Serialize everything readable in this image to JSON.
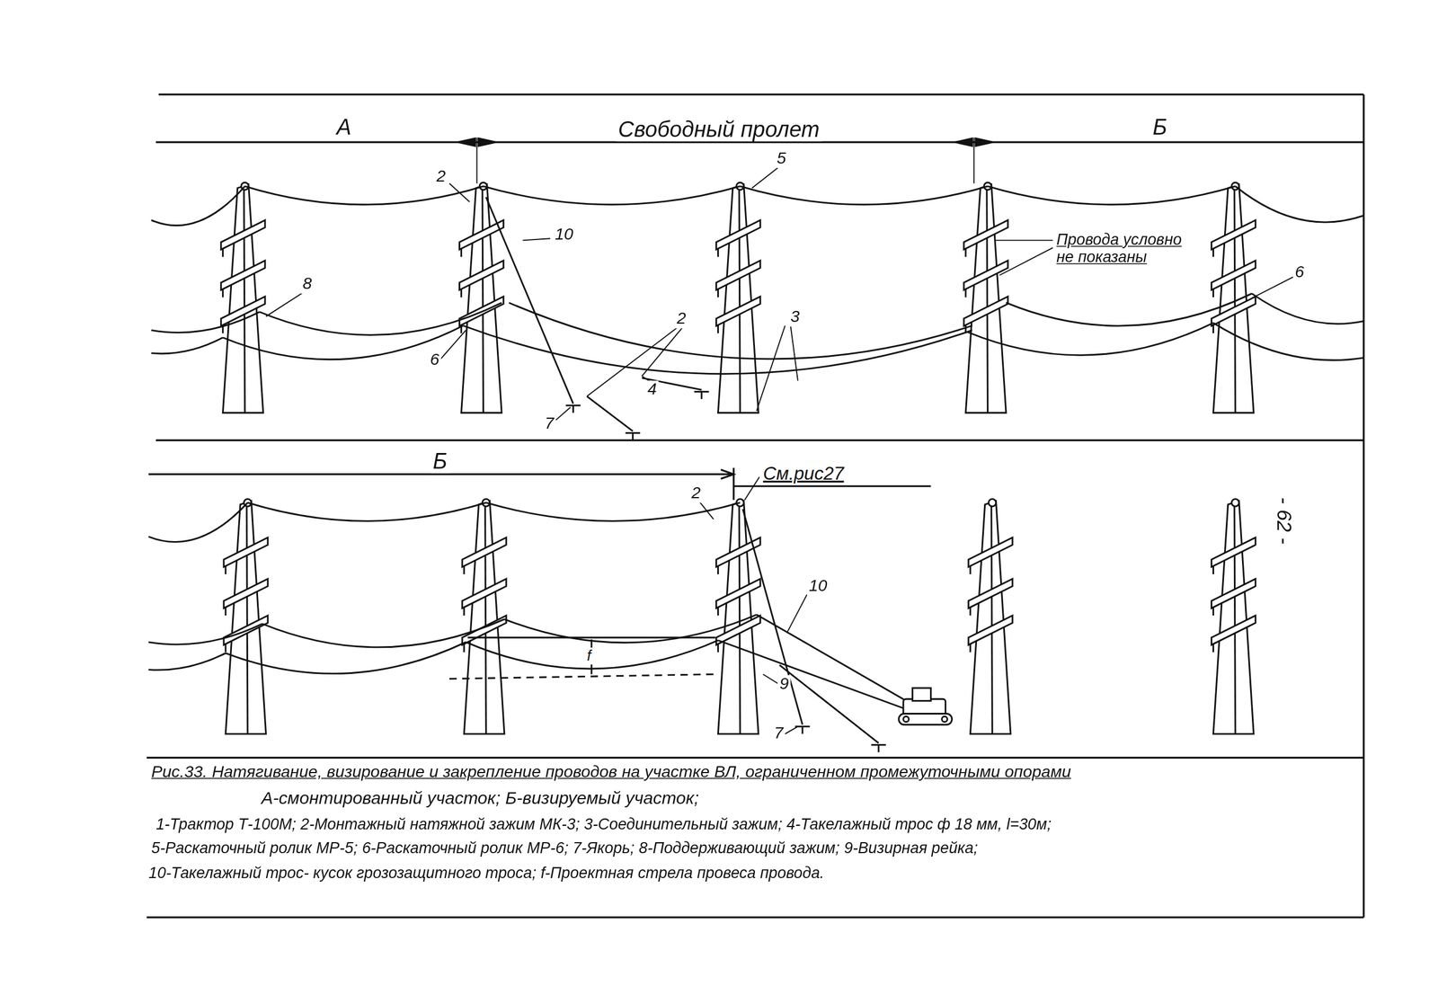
{
  "diagram": {
    "caption": "Рис.33. Натягивание, визирование и закрепление проводов на участке ВЛ, ограниченном промежуточными опорами",
    "labels": [
      "А",
      "Свободный пролет",
      "Б",
      "2",
      "5",
      "10",
      "8",
      "Провода условно не показаны",
      "6",
      "6",
      "2",
      "3",
      "4",
      "7",
      "Б",
      "2",
      "См.рис27",
      "10",
      "f",
      "9",
      "7",
      "- 62 -",
      "А-смонтированный участок; Б-визируемый участок;",
      "1-Трактор Т-100М; 2-Монтажный натяжной зажим МК-3; 3-Соединительный зажим; 4-Такелажный трос ф 18 мм, l=30м;",
      "5-Раскаточный ролик МР-5; 6-Раскаточный ролик МР-6; 7-Якорь; 8-Поддерживающий зажим; 9-Визирная рейка;",
      "10-Такелажный трос- кусок грозозащитного троса; f-Проектная стрела провеса провода."
    ]
  }
}
